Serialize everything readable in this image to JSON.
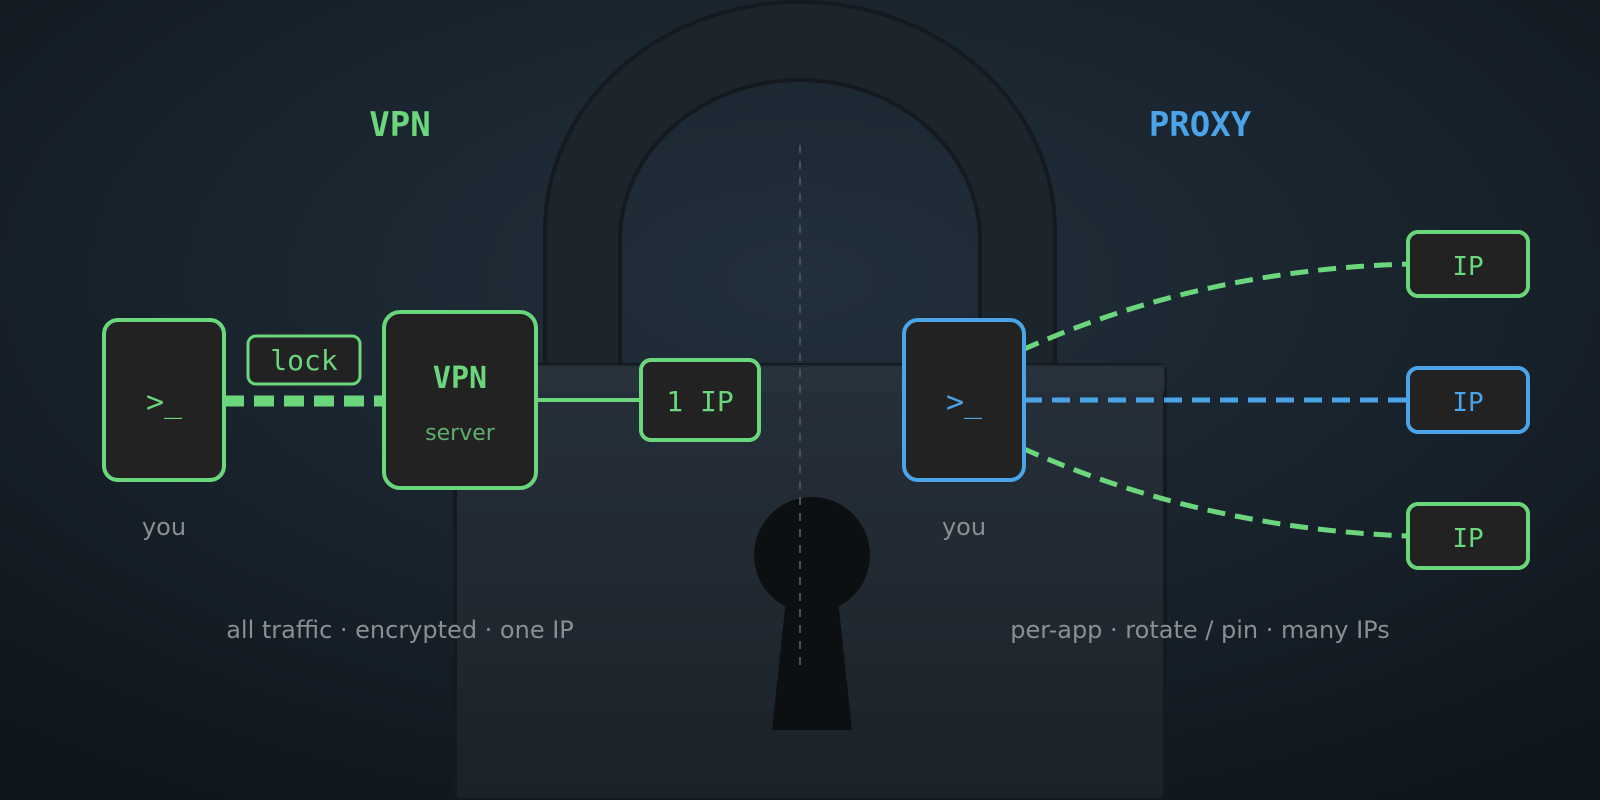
{
  "colors": {
    "vpn_accent": "#6bd67c",
    "proxy_accent": "#4ba3e8",
    "box_fill": "#222222",
    "muted_text": "#8a8f94",
    "divider": "#4d5157",
    "lock_body": "#232c34",
    "lock_shackle": "#1f262c",
    "background": "#1a2530"
  },
  "vpn": {
    "title": "VPN",
    "client": {
      "icon": "terminal-icon",
      "glyph": ">_",
      "label": "you"
    },
    "tunnel_tag": "lock",
    "server": {
      "title": "VPN",
      "subtitle": "server"
    },
    "exit": "1 IP",
    "caption": "all traffic · encrypted · one IP"
  },
  "proxy": {
    "title": "PROXY",
    "client": {
      "icon": "terminal-icon",
      "glyph": ">_",
      "label": "you"
    },
    "exits": [
      {
        "label": "IP",
        "accent": "vpn"
      },
      {
        "label": "IP",
        "accent": "proxy"
      },
      {
        "label": "IP",
        "accent": "vpn"
      }
    ],
    "caption": "per-app · rotate / pin · many IPs"
  },
  "background_icon": "padlock-icon"
}
